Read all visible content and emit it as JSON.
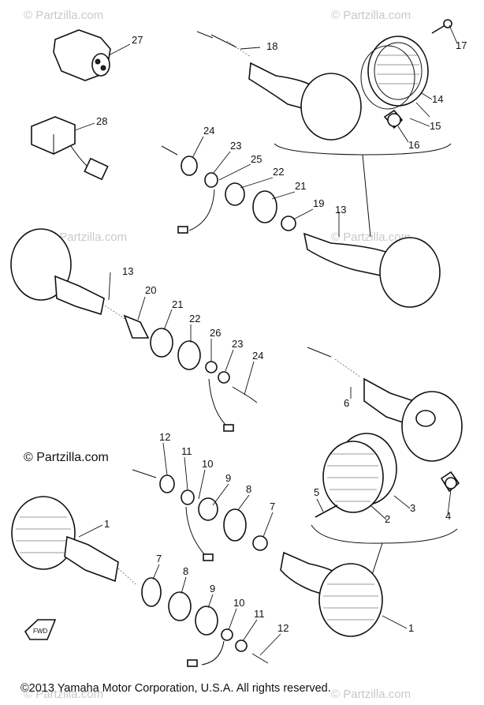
{
  "watermark": "© Partzilla.com",
  "brand_watermark": "© Partzilla.com",
  "copyright": "©2013  Yamaha Motor Corporation, U.S.A. All rights reserved.",
  "fwd_label": "FWD",
  "callouts": [
    "1",
    "2",
    "3",
    "4",
    "5",
    "6",
    "7",
    "8",
    "9",
    "10",
    "11",
    "12",
    "13",
    "14",
    "15",
    "16",
    "17",
    "18",
    "19",
    "20",
    "21",
    "22",
    "23",
    "24",
    "25",
    "26",
    "27",
    "28"
  ]
}
